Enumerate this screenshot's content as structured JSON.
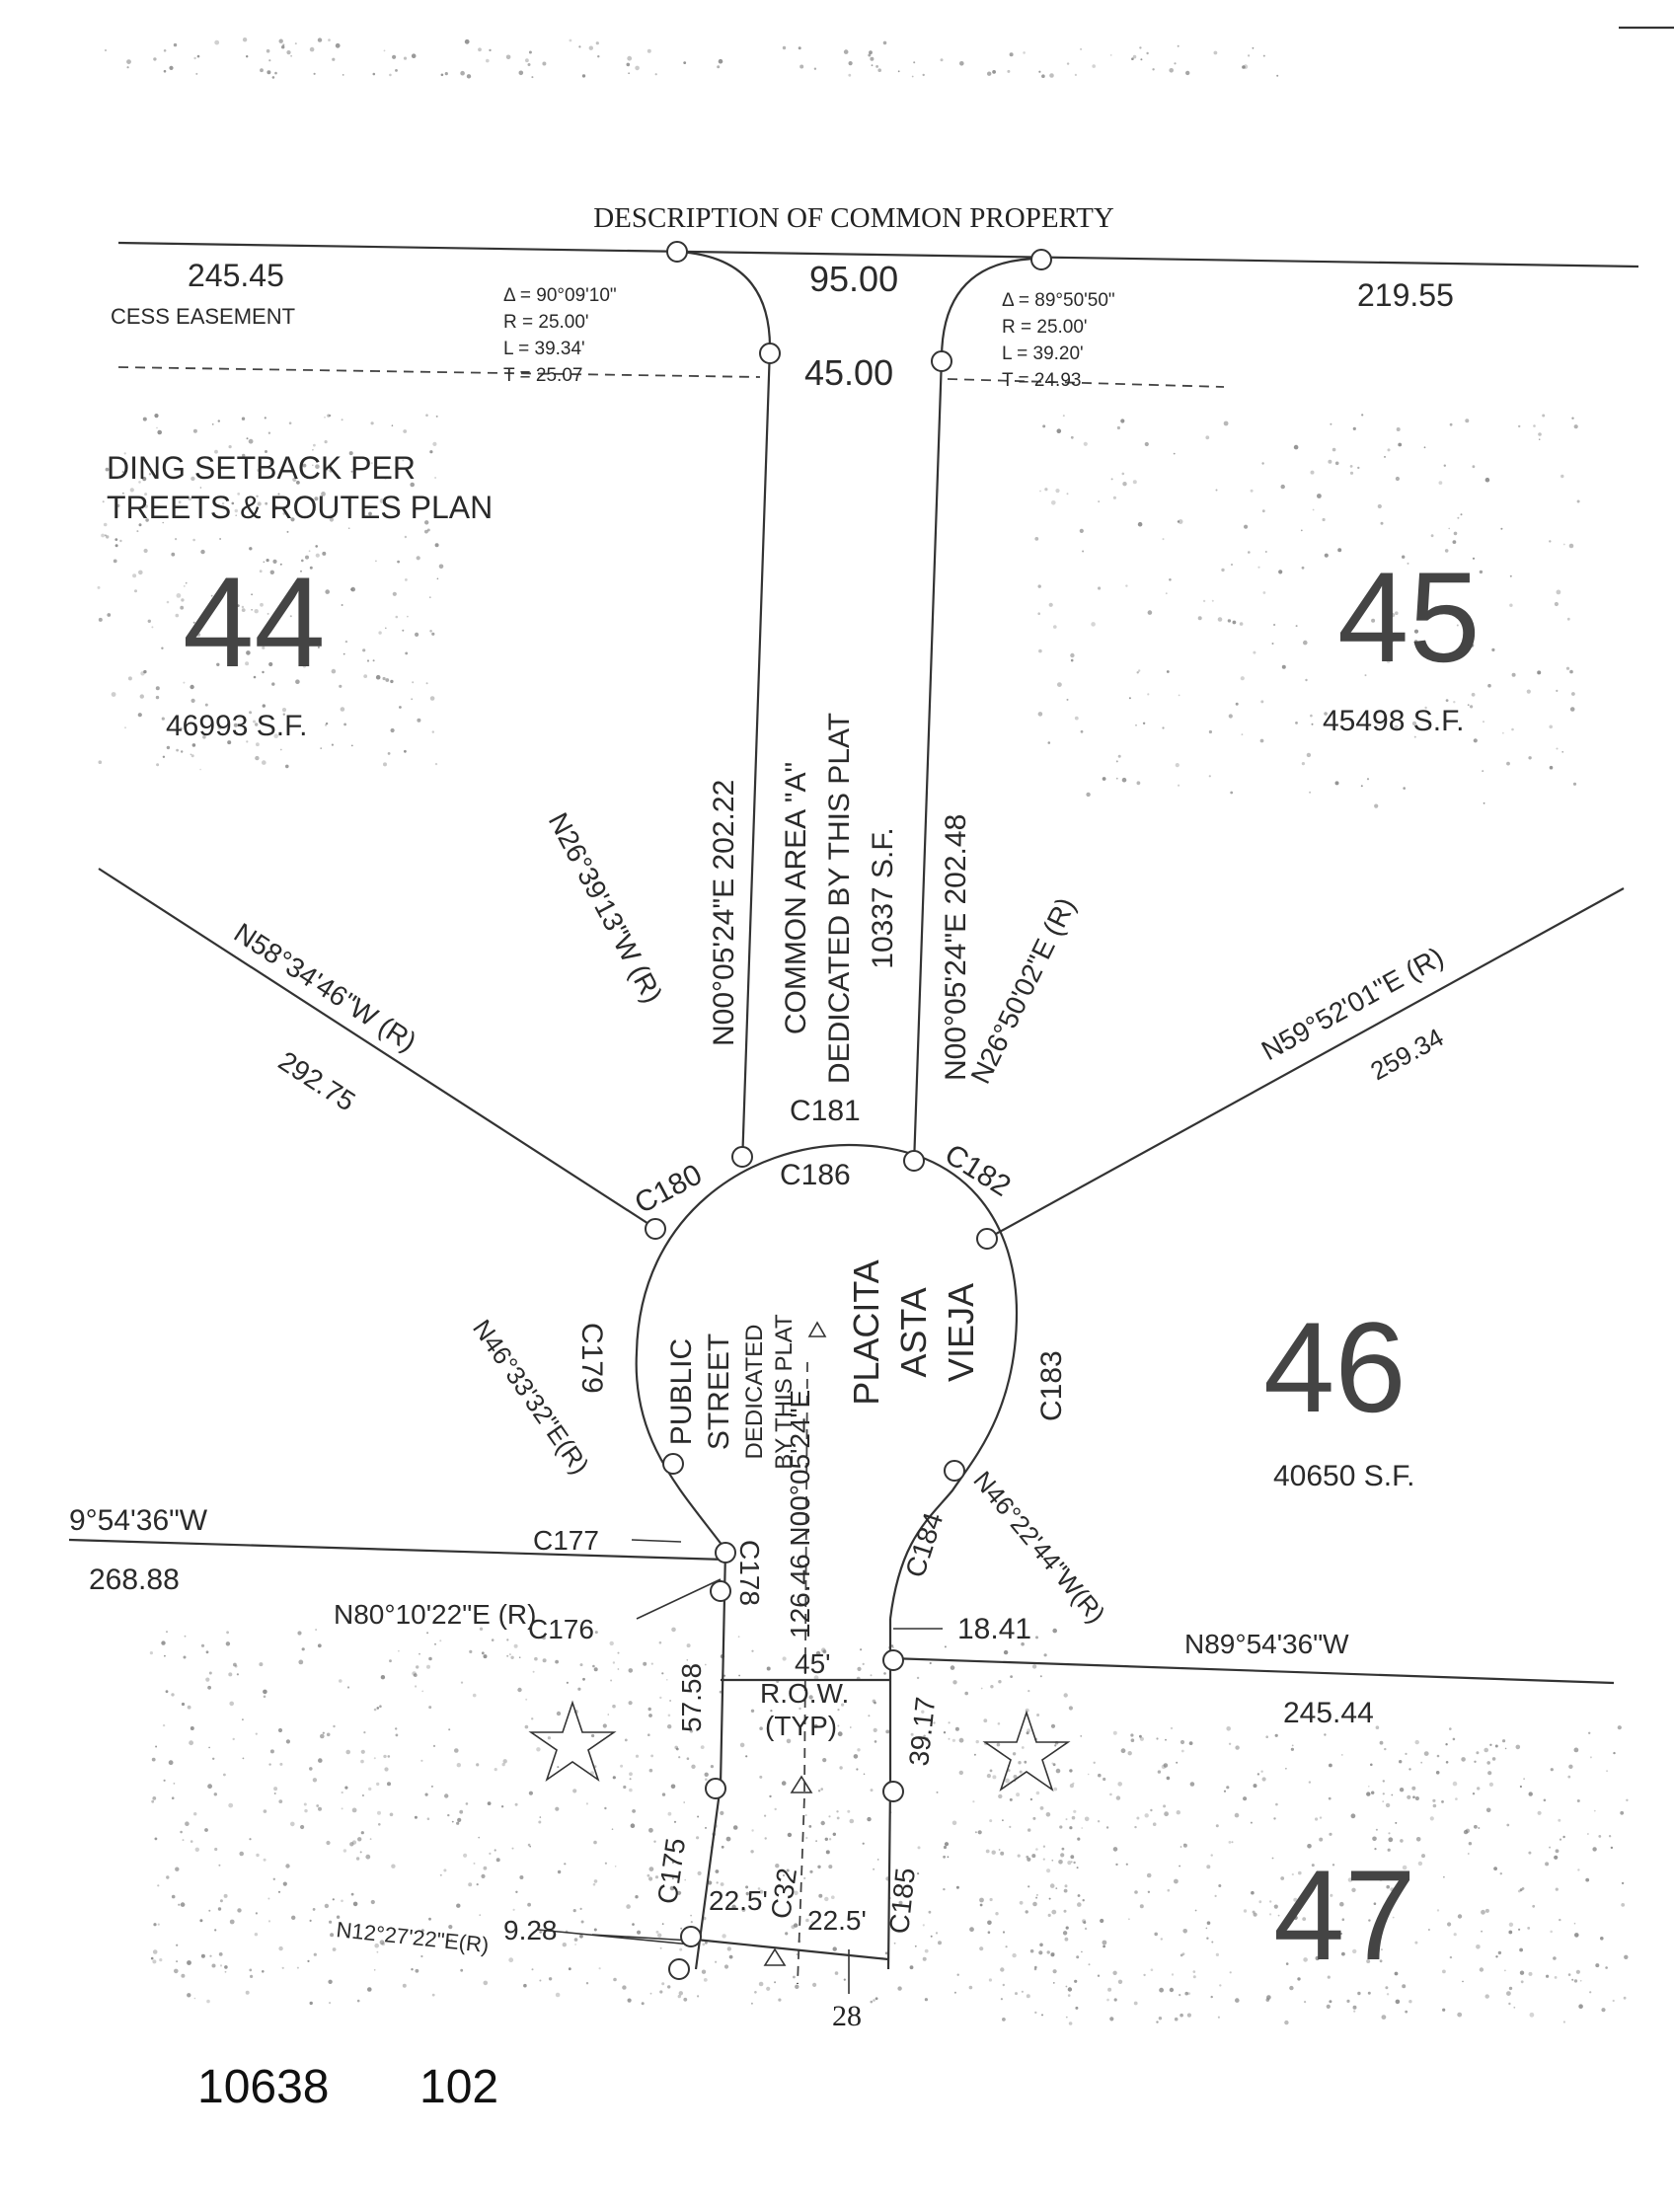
{
  "title": "DESCRIPTION OF COMMON PROPERTY",
  "page_number": "28",
  "book_page": {
    "book": "10638",
    "page": "102"
  },
  "top_left": {
    "distance": "245.45",
    "easement": "CESS EASEMENT"
  },
  "top_right": {
    "distance": "219.55"
  },
  "top_center": {
    "frontage": "95.00",
    "width": "45.00"
  },
  "curve_left": {
    "delta": "Δ = 90°09'10\"",
    "radius": "R = 25.00'",
    "length": "L = 39.34'",
    "tangent": "T = 25.07"
  },
  "curve_right": {
    "delta": "Δ = 89°50'50\"",
    "radius": "R = 25.00'",
    "length": "L = 39.20'",
    "tangent": "T = 24.93"
  },
  "setback_note": {
    "line1": "DING SETBACK PER",
    "line2": "TREETS & ROUTES PLAN"
  },
  "lots": [
    {
      "number": "44",
      "area": "46993 S.F."
    },
    {
      "number": "45",
      "area": "45498 S.F."
    },
    {
      "number": "46",
      "area": "40650 S.F."
    },
    {
      "number": "47"
    }
  ],
  "common_area": {
    "line1": "COMMON AREA \"A\"",
    "line2": "DEDICATED BY THIS PLAT",
    "line3": "10337 S.F."
  },
  "bearings": {
    "left_line": "N00°05'24\"E 202.22",
    "right_line": "N00°05'24\"E 202.48",
    "nw_radial": "N26°39'13\"W (R)",
    "ne_radial": "N26°50'02\"E (R)",
    "lot44_line": "N58°34'46\"W (R)",
    "lot44_dist": "292.75",
    "lot45_line": "N59°52'01\"E (R)",
    "lot45_dist": "259.34",
    "sw_radial": "N46°33'32\"E(R)",
    "se_radial": "N46°22'44\"W(R)",
    "west_line": "9°54'36\"W",
    "west_dist": "268.88",
    "n80": "N80°10'22\"E (R)",
    "east_line": "N89°54'36\"W",
    "east_dist": "245.44",
    "center_line": "126.46 N00°05'24\"E",
    "n12": "N12°27'22\"E(R)"
  },
  "curves": [
    "C175",
    "C176",
    "C177",
    "C178",
    "C179",
    "C180",
    "C181",
    "C182",
    "C183",
    "C184",
    "C185",
    "C186",
    "C32"
  ],
  "street": {
    "line1": "PUBLIC",
    "line2": "STREET",
    "line3": "DEDICATED",
    "line4": "BY THIS PLAT",
    "name1": "PLACITA",
    "name2": "ASTA",
    "name3": "VIEJA"
  },
  "row": {
    "width": "45'",
    "label1": "R.O.W.",
    "label2": "(TYP)"
  },
  "dims": {
    "d1841": "18.41",
    "d5758": "57.58",
    "d3917": "39.17",
    "d928": "9.28",
    "d225a": "22.5'",
    "d225b": "22.5'"
  }
}
